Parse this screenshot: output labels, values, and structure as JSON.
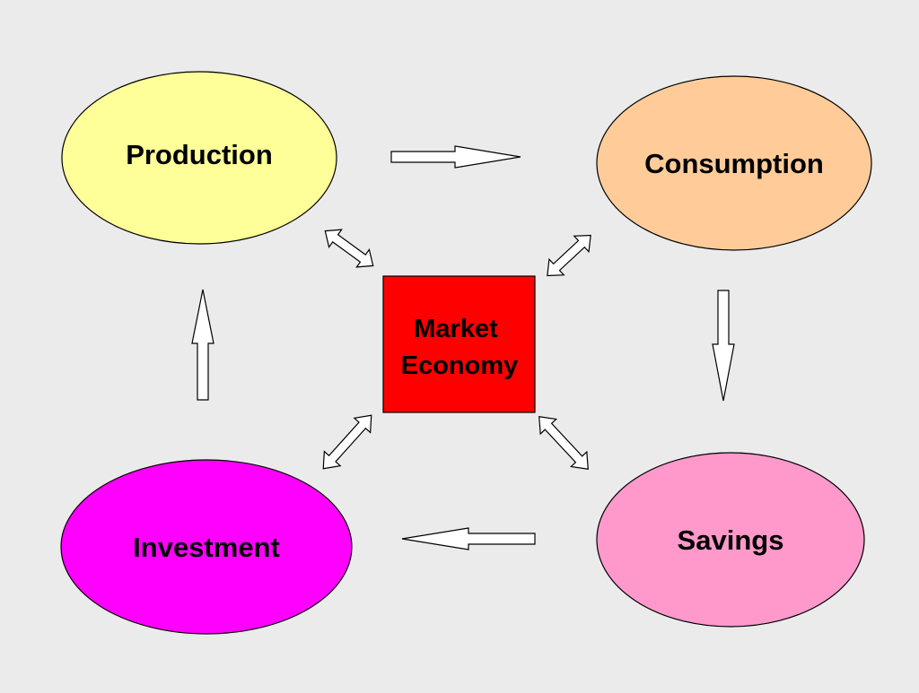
{
  "nodes": {
    "production": {
      "label": "Production",
      "fill": "#ffff99"
    },
    "consumption": {
      "label": "Consumption",
      "fill": "#ffcc99"
    },
    "savings": {
      "label": "Savings",
      "fill": "#ff99cc"
    },
    "investment": {
      "label": "Investment",
      "fill": "#ff00ff"
    }
  },
  "center": {
    "line1": "Market",
    "line2": "Economy",
    "fill": "#ff0000"
  },
  "arrow_fill": "#ffffff",
  "stroke": "#000000"
}
